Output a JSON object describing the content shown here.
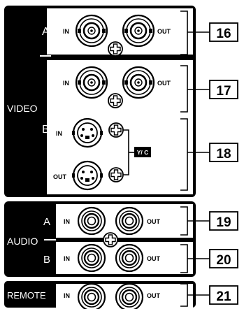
{
  "panel": {
    "video_label": "VIDEO",
    "audio_label": "AUDIO",
    "remote_label": "REMOTE",
    "video": {
      "a_label": "A",
      "b_label": "B",
      "row_a": {
        "in": "IN",
        "out": "OUT"
      },
      "row_b": {
        "in": "IN",
        "out": "OUT"
      },
      "svideo_in_label": "IN",
      "svideo_out_label": "OUT",
      "yc_label": "Y/ C"
    },
    "audio": {
      "a_label": "A",
      "b_label": "B",
      "row_a": {
        "in": "IN",
        "out": "OUT"
      },
      "row_b": {
        "in": "IN",
        "out": "OUT"
      }
    },
    "remote": {
      "in": "IN",
      "out": "OUT"
    }
  },
  "callouts": [
    "16",
    "17",
    "18",
    "19",
    "20",
    "21"
  ],
  "colors": {
    "panel": "#000000",
    "ink": "#000000",
    "background": "#ffffff"
  }
}
